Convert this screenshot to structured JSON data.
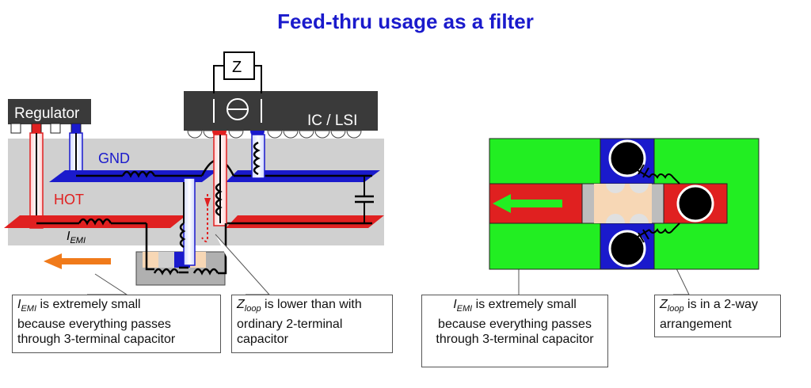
{
  "title": "Feed-thru usage as a filter",
  "left_diagram": {
    "regulator_label": "Regulator",
    "ic_label": "IC / LSI",
    "z_label": "Z",
    "gnd_label": "GND",
    "hot_label": "HOT",
    "iemi_label": {
      "main": "I",
      "sub": "EMI"
    }
  },
  "callouts": {
    "left1": {
      "var": "I",
      "sub": "EMI",
      "text_first": " is extremely small",
      "text_rest": "because everything passes through 3-terminal capacitor"
    },
    "left2": {
      "var": "Z",
      "sub": "loop",
      "text_first": " is lower than with",
      "text_rest": "ordinary 2-terminal capacitor"
    },
    "right1": {
      "var": "I",
      "sub": "EMI",
      "text_first": " is extremely small",
      "text_rest": "because everything passes through 3-terminal capacitor"
    },
    "right2": {
      "var": "Z",
      "sub": "loop",
      "text_first": " is in a 2-way",
      "text_rest": "arrangement"
    }
  },
  "colors": {
    "title": "#1a1acc",
    "gnd": "#1a1acc",
    "hot": "#e02020",
    "arrow": "#f07a1a",
    "pcb_green": "#22ee22",
    "board_gray": "#d0d0d0"
  }
}
